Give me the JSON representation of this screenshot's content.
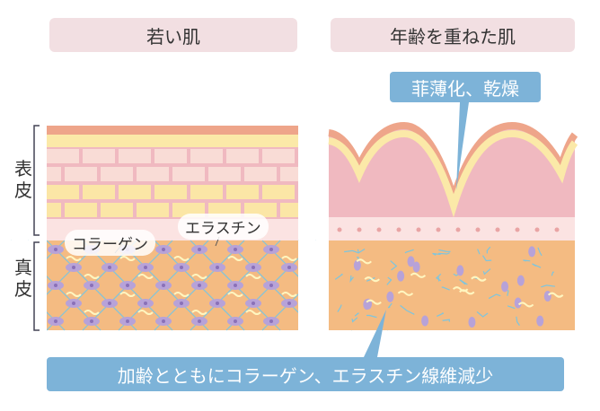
{
  "headers": {
    "young": "若い肌",
    "aged": "年齢を重ねた肌"
  },
  "layers": {
    "epidermis": "表皮",
    "dermis": "真皮"
  },
  "labels": {
    "collagen": "コラーゲン",
    "elastin": "エラスチン"
  },
  "callouts": {
    "thinning": "菲薄化、乾燥",
    "fiber_loss": "加齢とともにコラーゲン、エラスチン線維減少"
  },
  "colors": {
    "pill": "#f2dfe2",
    "callout": "#7db3d8",
    "dermis": "#f4bb82",
    "fiber": "#7ec5de"
  }
}
